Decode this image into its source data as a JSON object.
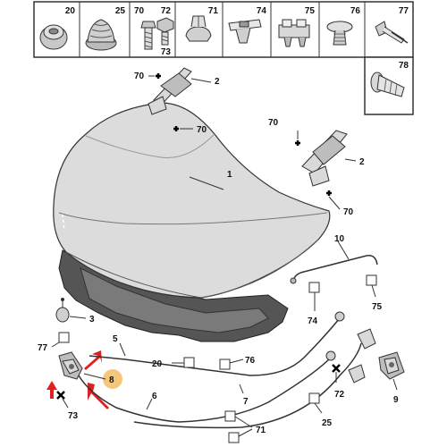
{
  "header_cells": [
    {
      "label": "20"
    },
    {
      "label": "25"
    },
    {
      "label": "70"
    },
    {
      "label": "72"
    },
    {
      "label": "71"
    },
    {
      "label": "74"
    },
    {
      "label": "75"
    },
    {
      "label": "76"
    },
    {
      "label": "77"
    }
  ],
  "header_extra": {
    "cell_72_sub": "73"
  },
  "side_cell": {
    "label": "78"
  },
  "callouts": {
    "hood": "1",
    "hinge_left": "2",
    "hinge_right": "2",
    "bumper_stop": "3",
    "cable_front": "5",
    "cable_main": "6",
    "cable_side": "7",
    "latch_left": "8",
    "latch_right": "9",
    "prop_rod": "10",
    "clip_70_a": "70",
    "clip_70_b": "70",
    "clip_70_c": "70",
    "clip_70_d": "70",
    "clip_20": "20",
    "clip_25": "25",
    "clip_71": "71",
    "clip_72": "72",
    "clip_73": "73",
    "clip_74": "74",
    "clip_75": "75",
    "clip_76": "76",
    "clip_77": "77"
  },
  "colors": {
    "highlight": "#f5c77e",
    "arrow": "#e02020"
  }
}
